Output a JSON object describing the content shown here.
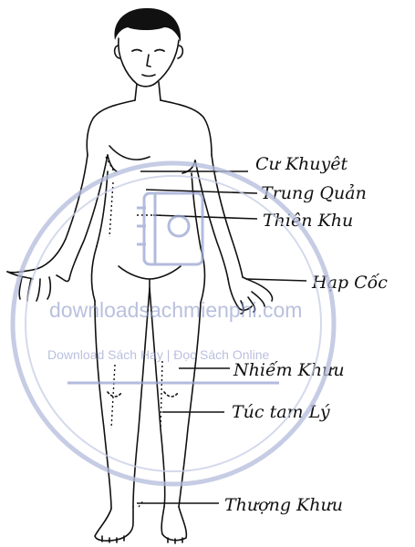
{
  "labels": {
    "cu_khuyet": "Cư Khuyêt",
    "trung_quan": "Trung Quản",
    "thien_khu": "Thiên Khu",
    "hop_coc": "Hạp Cốc",
    "nhiem_khuu": "Nhiếm Khưu",
    "tuc_tam_ly": "Túc tam Lý",
    "thuong_khuu": "Thượng Khưu"
  },
  "watermark": {
    "site": "downloadsachmienphi.com",
    "tagline": "Download Sách Hay | Đọc Sách Online"
  },
  "colors": {
    "ink": "#111111",
    "watermark": "#8b97c8"
  }
}
